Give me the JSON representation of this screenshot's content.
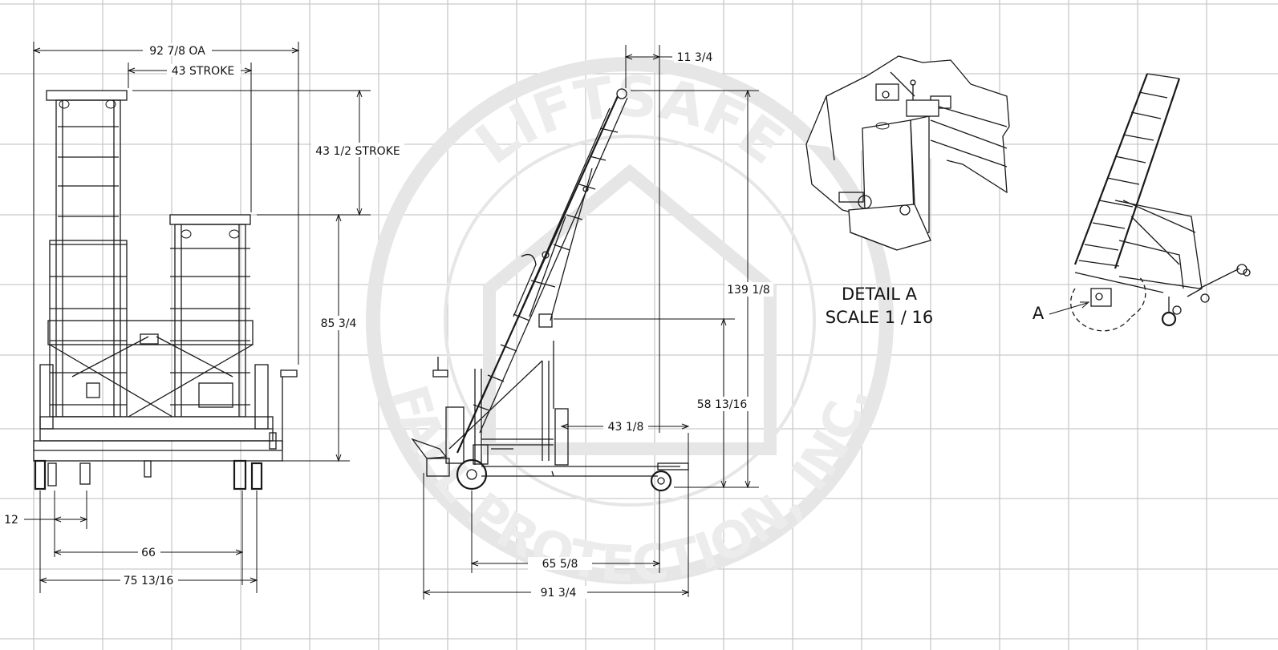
{
  "watermark": {
    "top_arc": "LIFTSAFE",
    "bottom_arc": "FALL PROTECTION, INC.",
    "logo_letters": [
      "L",
      "I",
      "F",
      "T",
      "S",
      "A",
      "F",
      "E"
    ]
  },
  "front_view": {
    "dims": {
      "overall_width": "92 7/8 OA",
      "stroke_h": "43 STROKE",
      "stroke_v": "43 1/2 STROKE",
      "height": "85 3/4",
      "left_offset": "12",
      "wheel_base": "66",
      "track_width": "75 13/16"
    }
  },
  "side_view": {
    "dims": {
      "top_offset": "11 3/4",
      "overall_height": "139 1/8",
      "mid_height": "58 13/16",
      "inner_length": "43 1/8",
      "wheel_span": "65 5/8",
      "overall_length": "91 3/4"
    }
  },
  "detail": {
    "title_line1": "DETAIL  A",
    "title_line2": "SCALE 1 / 16"
  },
  "iso_view": {
    "callout_label": "A"
  }
}
